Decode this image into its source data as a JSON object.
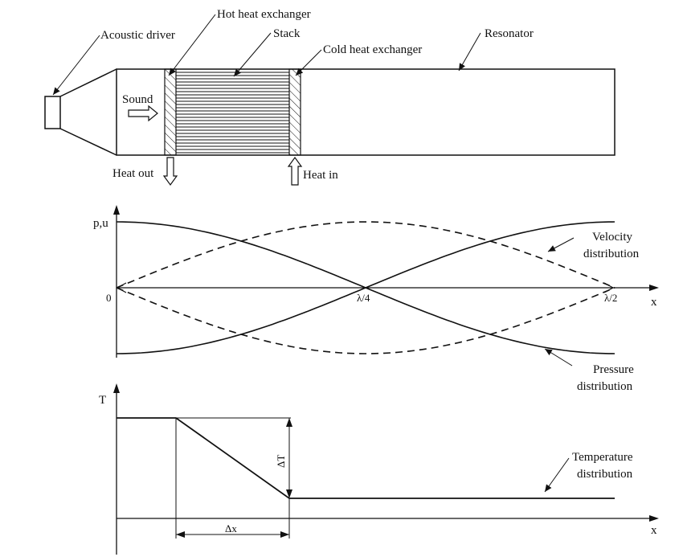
{
  "device": {
    "labels": {
      "acoustic_driver": "Acoustic driver",
      "hot_heat_exchanger": "Hot heat exchanger",
      "stack": "Stack",
      "cold_heat_exchanger": "Cold heat exchanger",
      "resonator": "Resonator",
      "sound": "Sound",
      "heat_out": "Heat out",
      "heat_in": "Heat in"
    }
  },
  "wave_plot": {
    "y_axis_label": "p,u",
    "x_axis_label": "x",
    "ticks": {
      "origin": "0",
      "quarter": "λ/4",
      "half": "λ/2"
    },
    "velocity_label": [
      "Velocity",
      "distribution"
    ],
    "pressure_label": [
      "Pressure",
      "distribution"
    ]
  },
  "temp_plot": {
    "y_axis_label": "T",
    "x_axis_label": "x",
    "delta_t": "ΔT",
    "delta_x": "Δx",
    "temperature_label": [
      "Temperature",
      "distribution"
    ]
  }
}
